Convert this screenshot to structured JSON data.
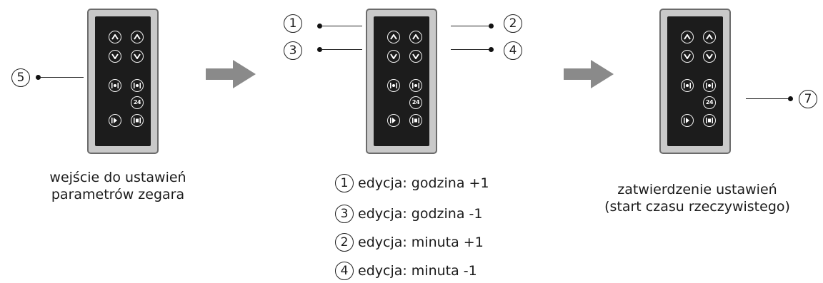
{
  "step1": {
    "callout": "5",
    "caption_line1": "wejście do ustawień",
    "caption_line2": "parametrów zegara"
  },
  "step2": {
    "callouts": {
      "top_left": "1",
      "bottom_left": "3",
      "top_right": "2",
      "bottom_right": "4"
    },
    "legend": [
      {
        "num": "1",
        "text": "edycja: godzina +1"
      },
      {
        "num": "3",
        "text": "edycja: godzina -1"
      },
      {
        "num": "2",
        "text": "edycja: minuta +1"
      },
      {
        "num": "4",
        "text": "edycja: minuta -1"
      }
    ]
  },
  "step3": {
    "callout": "7",
    "caption_line1": "zatwierdzenie ustawień",
    "caption_line2": "(start czasu rzeczywistego)"
  },
  "remote": {
    "button_24_label": "24"
  },
  "colors": {
    "arrow": "#8a8a8a",
    "remote_body": "#c9c9c9",
    "remote_panel": "#1c1c1c"
  }
}
